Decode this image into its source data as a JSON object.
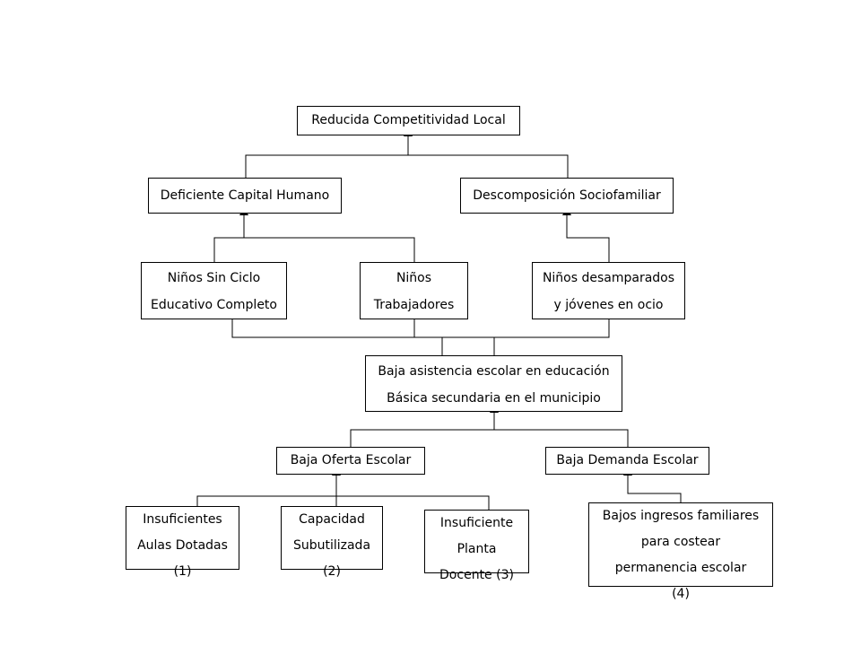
{
  "nodes": {
    "n1": [
      "Reducida Competitividad Local"
    ],
    "n2": [
      "Deficiente Capital Humano"
    ],
    "n3": [
      "Descomposición Sociofamiliar"
    ],
    "n4": [
      "Niños Sin Ciclo",
      "Educativo Completo"
    ],
    "n5": [
      "Niños",
      "Trabajadores"
    ],
    "n6": [
      "Niños desamparados",
      "y jóvenes en ocio"
    ],
    "n7": [
      "Baja asistencia escolar en educación",
      "Básica secundaria en el municipio"
    ],
    "n8": [
      "Baja Oferta Escolar"
    ],
    "n9": [
      "Baja Demanda Escolar"
    ],
    "n10": [
      "Insuficientes",
      "Aulas Dotadas",
      "(1)"
    ],
    "n11": [
      "Capacidad",
      "Subutilizada",
      "(2)"
    ],
    "n12": [
      "Insuficiente",
      "Planta",
      "Docente (3)"
    ],
    "n13": [
      "Bajos ingresos familiares",
      "para costear",
      "permanencia escolar",
      "(4)"
    ]
  },
  "colors": {
    "line": "#000000",
    "box_border": "#000000",
    "background": "#ffffff"
  }
}
